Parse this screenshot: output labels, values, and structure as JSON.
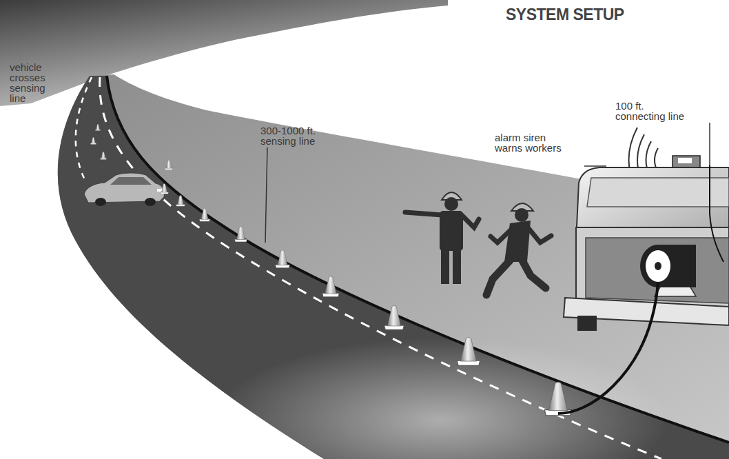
{
  "diagram": {
    "title": "SYSTEM SETUP",
    "labels": [
      "vehicle crosses sensing line",
      "300-1000 ft. sensing line",
      "alarm siren warns workers",
      "100 ft. connecting line"
    ]
  }
}
